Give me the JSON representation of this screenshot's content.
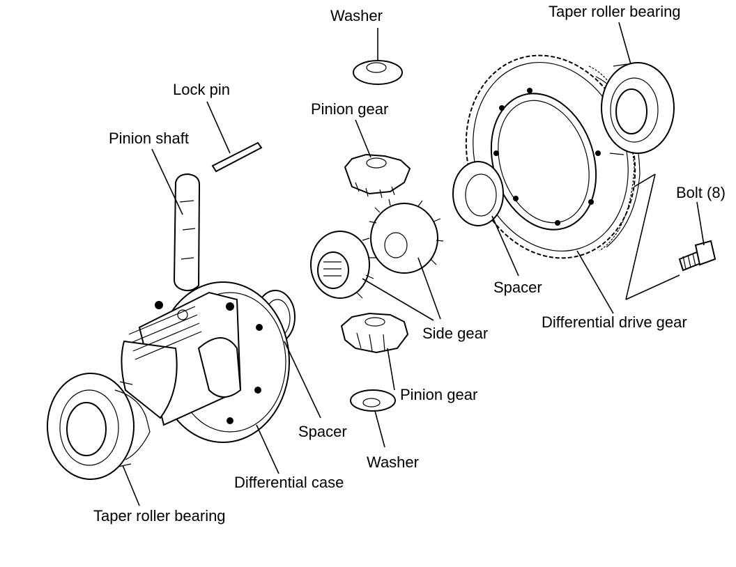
{
  "labels": {
    "washer_top": "Washer",
    "taper_bearing_right": "Taper roller bearing",
    "lock_pin": "Lock pin",
    "pinion_gear_top": "Pinion gear",
    "pinion_shaft": "Pinion shaft",
    "bolt": "Bolt (8)",
    "spacer_right": "Spacer",
    "side_gear": "Side gear",
    "differential_drive_gear": "Differential drive gear",
    "pinion_gear_bottom": "Pinion gear",
    "spacer_left": "Spacer",
    "washer_bottom": "Washer",
    "differential_case": "Differential case",
    "taper_bearing_left": "Taper roller bearing"
  }
}
